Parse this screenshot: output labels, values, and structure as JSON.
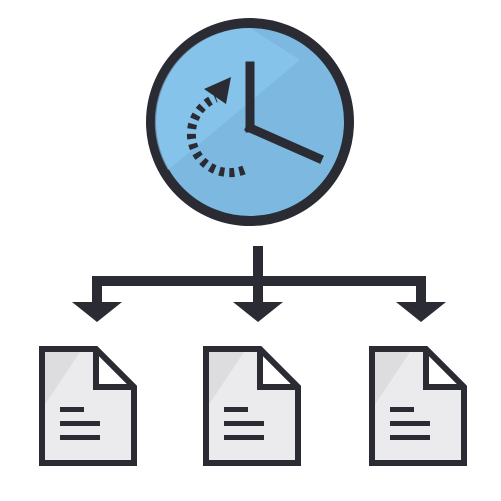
{
  "illustration": {
    "clock": {
      "icon": "clock-with-counterclockwise-arrow",
      "fill_color": "#7cb8e0",
      "face_highlight_color": "#8dcaf0",
      "outline_color": "#2a2b33"
    },
    "connector": {
      "icon": "branching-arrows",
      "branch_count": 3,
      "color": "#2a2b33"
    },
    "documents": [
      {
        "icon": "document-icon"
      },
      {
        "icon": "document-icon"
      },
      {
        "icon": "document-icon"
      }
    ],
    "document_style": {
      "paper_color": "#ebebed",
      "fold_color": "#ffffff",
      "shade_color": "#d9d9dc",
      "outline_color": "#2a2b33"
    }
  }
}
